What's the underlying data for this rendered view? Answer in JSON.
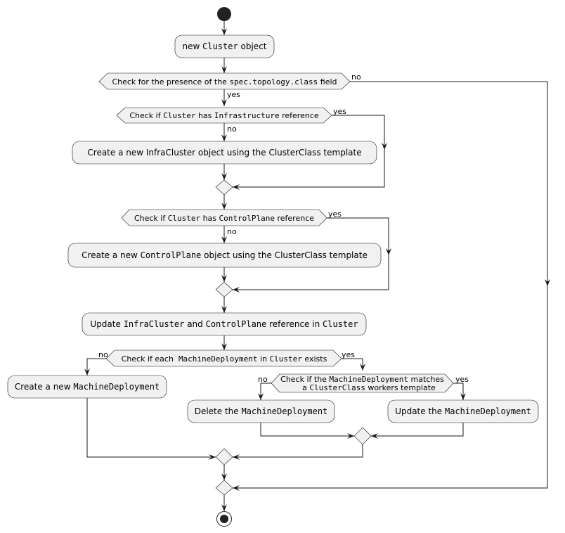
{
  "colors": {
    "node_fill": "#f1f1f1",
    "node_stroke": "#181818",
    "text": "#000000",
    "background": "#ffffff"
  },
  "activities": {
    "new_cluster": [
      {
        "t": "new "
      },
      {
        "t": "Cluster",
        "m": 1
      },
      {
        "t": " object"
      }
    ],
    "create_infra": [
      {
        "t": "Create a new InfraCluster object using the ClusterClass template"
      }
    ],
    "create_cp": [
      {
        "t": "Create a new "
      },
      {
        "t": "ControlPlane",
        "m": 1
      },
      {
        "t": " object using the ClusterClass template"
      }
    ],
    "update_refs": [
      {
        "t": "Update "
      },
      {
        "t": "InfraCluster",
        "m": 1
      },
      {
        "t": " and "
      },
      {
        "t": "ControlPlane",
        "m": 1
      },
      {
        "t": " reference in "
      },
      {
        "t": "Cluster",
        "m": 1
      }
    ],
    "create_md": [
      {
        "t": "Create a new "
      },
      {
        "t": "MachineDeployment",
        "m": 1
      }
    ],
    "delete_md": [
      {
        "t": "Delete the "
      },
      {
        "t": "MachineDeployment",
        "m": 1
      }
    ],
    "update_md": [
      {
        "t": "Update the "
      },
      {
        "t": "MachineDeployment",
        "m": 1
      }
    ]
  },
  "decisions": {
    "topology": [
      {
        "t": "Check for the presence of the "
      },
      {
        "t": "spec.topology.class",
        "m": 1
      },
      {
        "t": " field"
      }
    ],
    "infra_ref": [
      {
        "t": "Check if "
      },
      {
        "t": "Cluster",
        "m": 1
      },
      {
        "t": " has "
      },
      {
        "t": "Infrastructure",
        "m": 1
      },
      {
        "t": " reference"
      }
    ],
    "cp_ref": [
      {
        "t": "Check if "
      },
      {
        "t": "Cluster",
        "m": 1
      },
      {
        "t": " has "
      },
      {
        "t": "ControlPlane",
        "m": 1
      },
      {
        "t": " reference"
      }
    ],
    "md_exists": [
      {
        "t": "Check if each  "
      },
      {
        "t": "MachineDeployment",
        "m": 1
      },
      {
        "t": " in "
      },
      {
        "t": "Cluster",
        "m": 1
      },
      {
        "t": " exists"
      }
    ],
    "md_matches_l1": [
      {
        "t": "Check if the "
      },
      {
        "t": "MachineDeployment",
        "m": 1
      },
      {
        "t": " matches"
      }
    ],
    "md_matches_l2": [
      {
        "t": "a "
      },
      {
        "t": "ClusterClass",
        "m": 1
      },
      {
        "t": " workers template"
      }
    ]
  },
  "labels": {
    "topology_no": "no",
    "topology_yes": "yes",
    "infra_yes": "yes",
    "infra_no": "no",
    "cp_yes": "yes",
    "cp_no": "no",
    "md_no": "no",
    "md_yes": "yes",
    "match_no": "no",
    "match_yes": "yes"
  }
}
